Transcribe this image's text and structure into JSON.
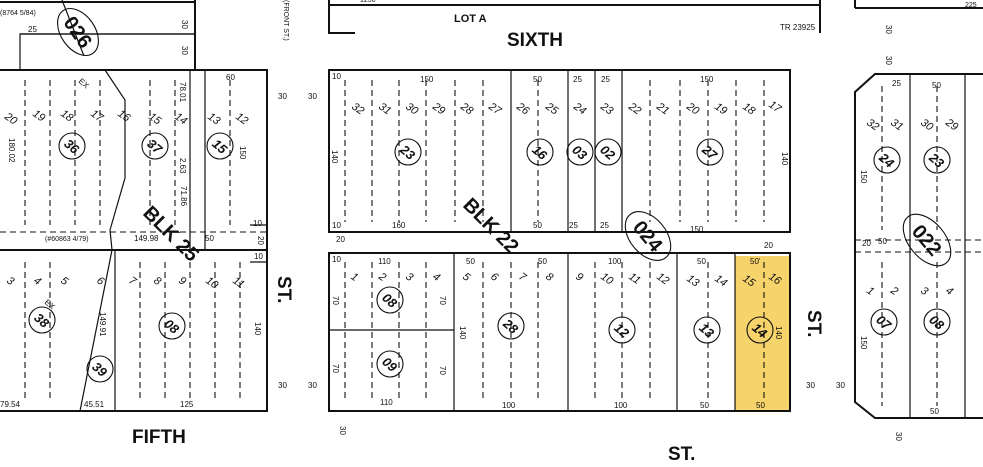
{
  "streets": {
    "sixth": "SIXTH",
    "fifth": "FIFTH",
    "st_bottom": "ST.",
    "st_vertical_left": "ST.",
    "st_vertical_right": "ST.",
    "front_st": "(FRONT ST.)"
  },
  "top_labels": {
    "lot_a": "LOT A",
    "tract": "TR 23925",
    "ref_top_left": "(8764 5/84)",
    "tr_fragment": "1256",
    "num_225": "225"
  },
  "book_pages": {
    "p026": "026",
    "p024": "024",
    "p022": "022"
  },
  "blocks": {
    "blk25": "BLK 25",
    "blk22": "BLK 22"
  },
  "parcels": {
    "p36": "36",
    "p37": "37",
    "p15": "15",
    "p38": "38",
    "p39": "39",
    "p08a": "08",
    "p23": "23",
    "p16": "16",
    "p03": "03",
    "p02": "02",
    "p27": "27",
    "p08b": "08",
    "p09": "09",
    "p28": "28",
    "p12": "12",
    "p13": "13",
    "p14": "14",
    "p24": "24",
    "p23b": "23",
    "p07": "07",
    "p08c": "08"
  },
  "lots": {
    "b25_top": [
      "20",
      "19",
      "18",
      "17",
      "16",
      "15",
      "14",
      "13",
      "12"
    ],
    "b25_bot": [
      "3",
      "4",
      "5",
      "6",
      "7",
      "8",
      "9",
      "10",
      "11"
    ],
    "b22_top": [
      "32",
      "31",
      "30",
      "29",
      "28",
      "27",
      "26",
      "25",
      "24",
      "23",
      "22",
      "21",
      "20",
      "19",
      "18",
      "17"
    ],
    "b22_bot": [
      "1",
      "2",
      "3",
      "4",
      "5",
      "6",
      "7",
      "8",
      "9",
      "10",
      "11",
      "12",
      "13",
      "14",
      "15",
      "16"
    ],
    "right_top": [
      "32",
      "31",
      "30",
      "29"
    ],
    "right_bot": [
      "1",
      "2",
      "3",
      "4"
    ]
  },
  "ex": {
    "ex1": "EX",
    "ex2": "EX"
  },
  "dims": {
    "d25": "25",
    "d30a": "30",
    "d30b": "30",
    "d60": "60",
    "d7801": "78.01",
    "d18002": "180.02",
    "d263": "2.63",
    "d7186": "71.86",
    "d150a": "150",
    "d10a": "10",
    "d20a": "20",
    "ref_blk25": "(#60863 4/79)",
    "d14998": "149.98",
    "d50a": "50",
    "d10b": "10",
    "d14991": "149.91",
    "d140a": "140",
    "d7954": "79.54",
    "d4551": "45.51",
    "d125": "125",
    "d30c": "30",
    "d30d": "30",
    "d30e": "30",
    "d30f": "30",
    "d10c": "10",
    "d150b": "150",
    "d50b": "50",
    "d25b": "25",
    "d25c": "25",
    "d150c": "150",
    "d140b": "140",
    "d140c": "140",
    "d10d": "10",
    "d160": "160",
    "d50c": "50",
    "d25d": "25",
    "d25e": "25",
    "d150d": "150",
    "d20b": "20",
    "d20c": "20",
    "d10e": "10",
    "d110a": "110",
    "d50d": "50",
    "d50e": "50",
    "d100a": "100",
    "d50f": "50",
    "d50g": "50'",
    "d70a": "70",
    "d70b": "70",
    "d140d": "140",
    "d70c": "70",
    "d70d": "70",
    "d140e": "140",
    "d110b": "110",
    "d100b": "100",
    "d100c": "100",
    "d50h": "50",
    "d50i": "50",
    "d30g": "30",
    "d30h": "30",
    "d30i": "30",
    "d25f": "25",
    "d50j": "50",
    "d150e": "150",
    "d20d": "20",
    "d50k": "50",
    "d150f": "150",
    "d50l": "50",
    "d30j": "30",
    "d30k": "30"
  },
  "highlight_color": "#f7d36b"
}
